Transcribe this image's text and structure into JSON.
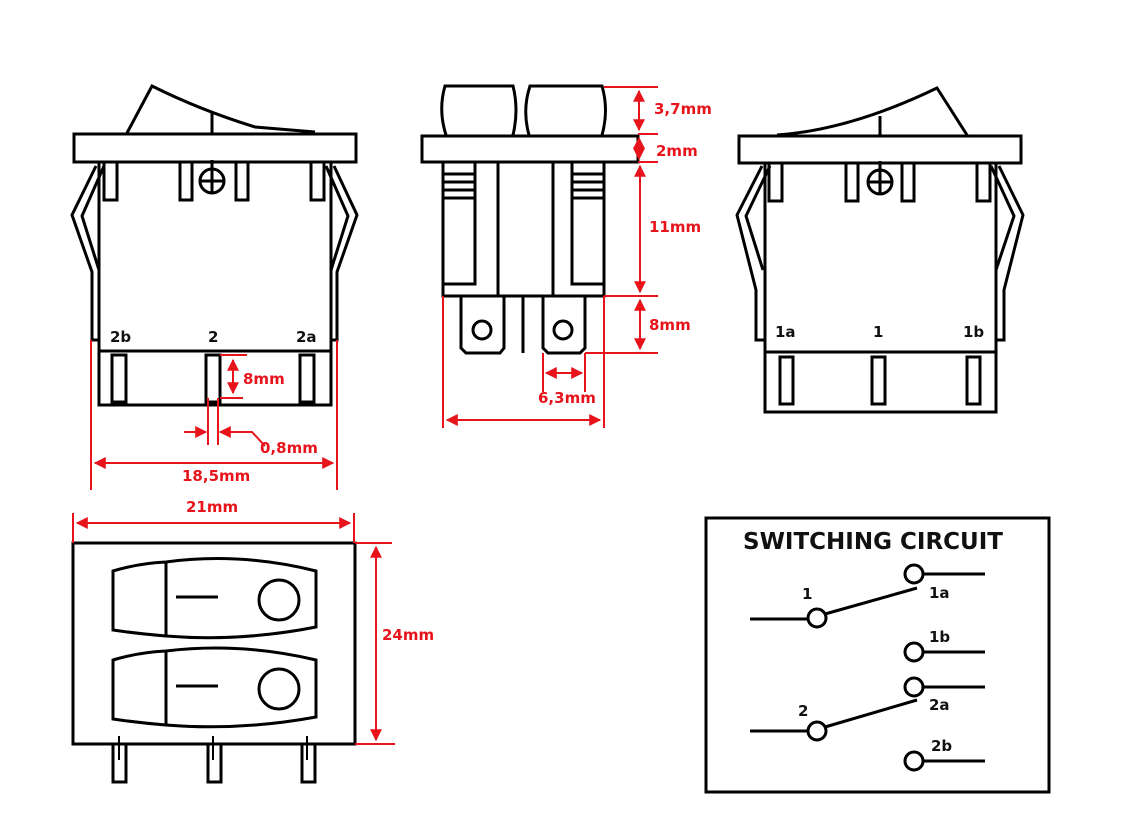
{
  "colors": {
    "dimension": "#e8141c",
    "outline": "#000000",
    "background": "#ffffff"
  },
  "front_view": {
    "terminal_labels": [
      "2b",
      "2",
      "2a"
    ],
    "dimensions": {
      "terminal_length": "8mm",
      "terminal_thickness": "0,8mm",
      "body_width": "18,5mm"
    }
  },
  "side_view": {
    "dimensions": {
      "rocker_height": "3,7mm",
      "flange_thickness": "2mm",
      "body_depth": "11mm",
      "tab_length": "8mm",
      "tab_width": "6,3mm"
    }
  },
  "back_view": {
    "terminal_labels": [
      "1a",
      "1",
      "1b"
    ]
  },
  "top_view": {
    "dimensions": {
      "width": "21mm",
      "height": "24mm"
    }
  },
  "circuit": {
    "title": "SWITCHING CIRCUIT",
    "poles": [
      {
        "common": "1",
        "contacts": [
          "1a",
          "1b"
        ],
        "connected_to": "1a"
      },
      {
        "common": "2",
        "contacts": [
          "2a",
          "2b"
        ],
        "connected_to": "2a"
      }
    ]
  }
}
